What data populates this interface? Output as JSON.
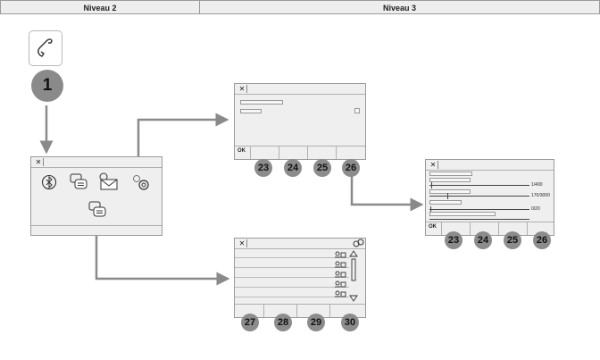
{
  "header": {
    "level2": "Niveau 2",
    "level3": "Niveau 3"
  },
  "step_marker": "1",
  "main_screen": {
    "close_symbol": "✕"
  },
  "settings_screen": {
    "close_symbol": "✕",
    "ok_label": "OK",
    "markers": [
      "23",
      "24",
      "25",
      "26"
    ]
  },
  "slider_screen": {
    "close_symbol": "✕",
    "ok_label": "OK",
    "slider_values": [
      "1/400",
      "170/3000",
      "0/20"
    ],
    "markers": [
      "23",
      "24",
      "25",
      "26"
    ]
  },
  "list_screen": {
    "close_symbol": "✕",
    "markers": [
      "27",
      "28",
      "29",
      "30"
    ]
  },
  "colors": {
    "screen_bg": "#efefef",
    "border": "#9a9a9a",
    "marker": "#8c8c8c",
    "arrow": "#8a8a8a"
  }
}
